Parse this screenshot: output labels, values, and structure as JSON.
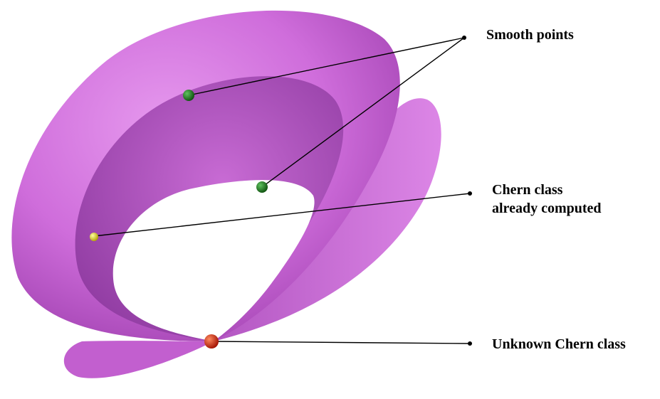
{
  "labels": {
    "smooth_points": "Smooth points",
    "chern_line1": "Chern class",
    "chern_line2": "already computed",
    "unknown": "Unknown Chern class"
  },
  "colors": {
    "surface": "#d070dc",
    "surface_shadow": "#a040b0",
    "smooth_point": "#1e7d1e",
    "computed_point": "#e0d020",
    "unknown_point": "#e02810",
    "leader_line": "#000000"
  }
}
